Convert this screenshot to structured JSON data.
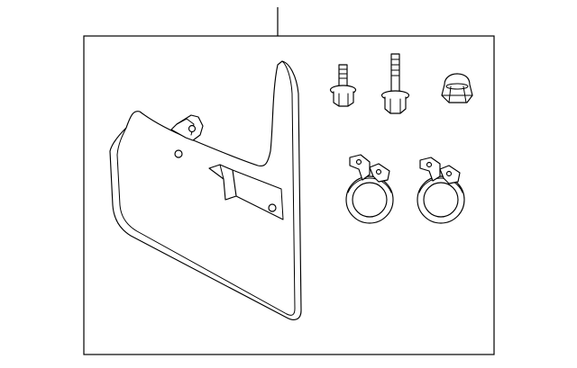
{
  "diagram": {
    "kind": "exploded parts diagram",
    "line_color": "#000000",
    "background_color": "#ffffff",
    "parts": [
      {
        "name": "mud-flap",
        "count": 1
      },
      {
        "name": "flange-bolt",
        "count": 2
      },
      {
        "name": "cap-nut",
        "count": 1
      },
      {
        "name": "band-clamp",
        "count": 2
      }
    ]
  }
}
